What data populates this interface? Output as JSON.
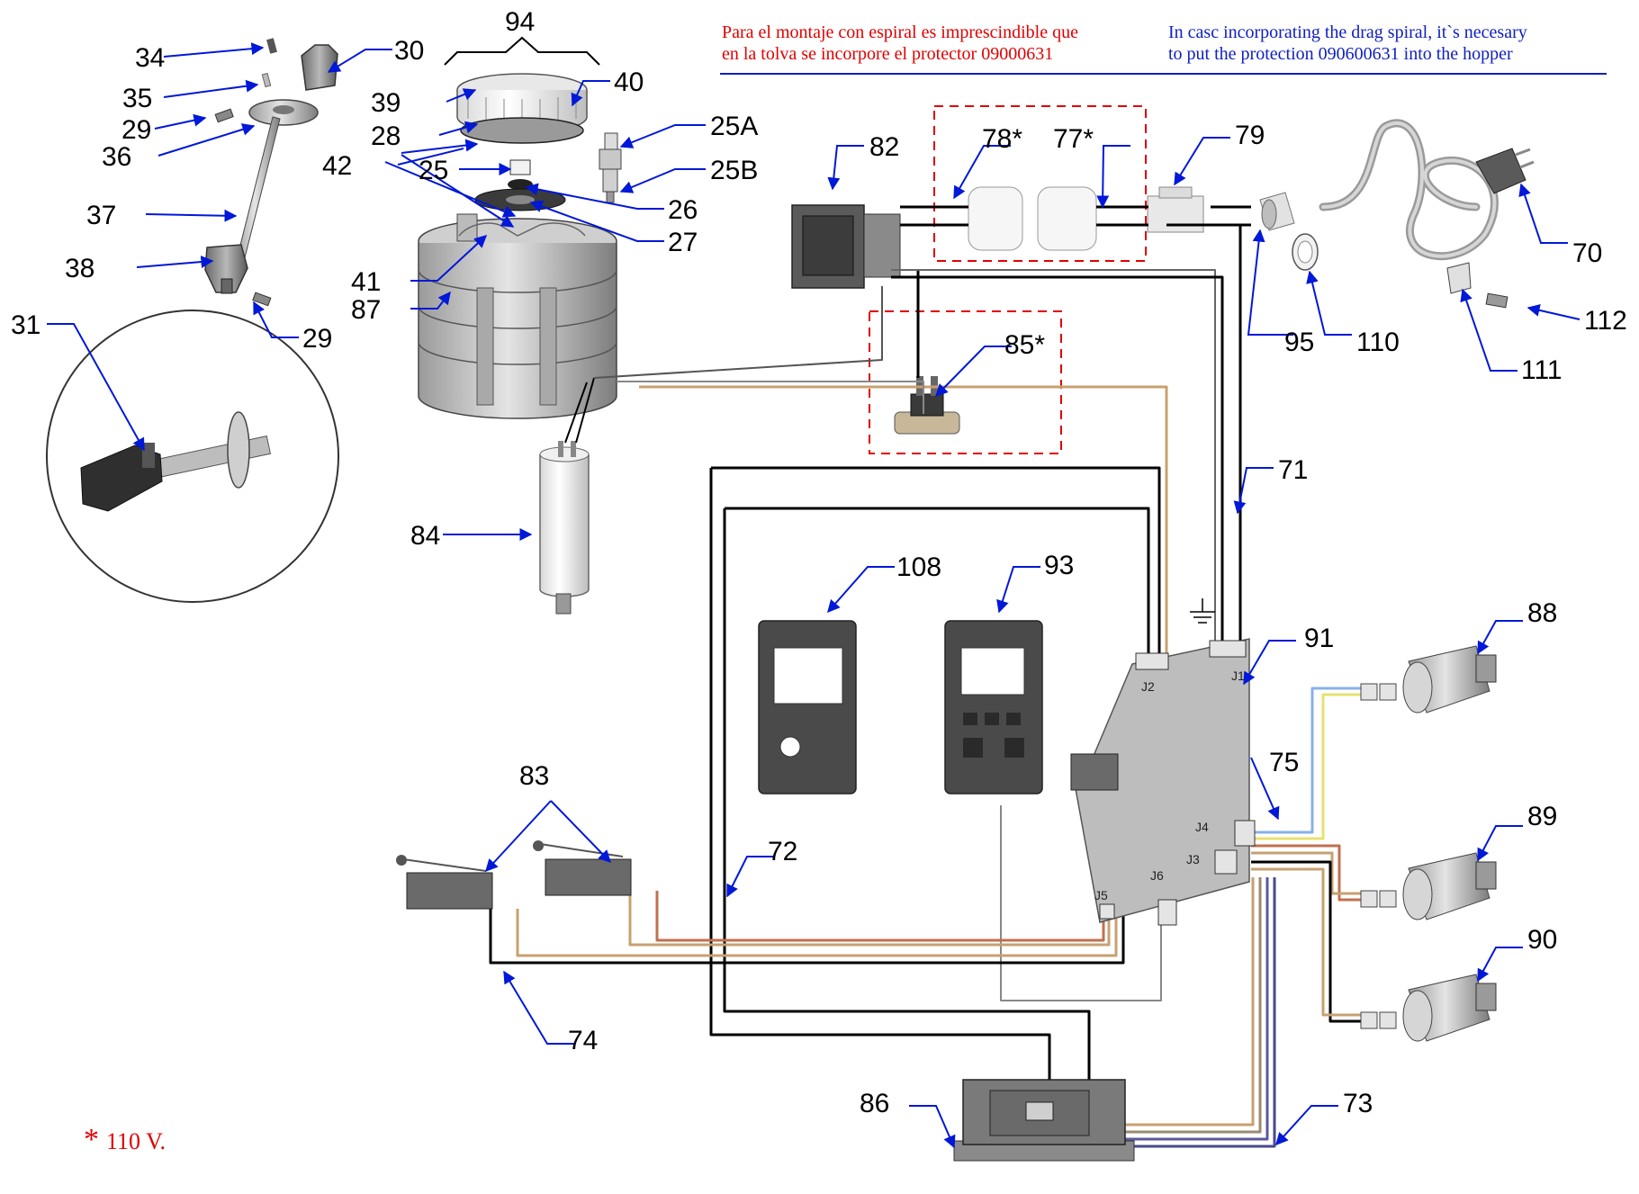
{
  "notes": {
    "spanish_line1": "Para el montaje con espiral es imprescindible que",
    "spanish_line2": "en la tolva se incorpore el protector 09000631",
    "english_line1": "In casc  incorporating the drag spiral, it`s necesary",
    "english_line2": "to put the protection 090600631 into the hopper"
  },
  "footnote": {
    "symbol": "*",
    "text": "110 V."
  },
  "connector_labels": {
    "j1": "J1",
    "j2": "J2",
    "j3": "J3",
    "j4": "J4",
    "j5": "J5",
    "j6": "J6"
  },
  "part_labels": {
    "p34": "34",
    "p30": "30",
    "p35": "35",
    "p29a": "29",
    "p36": "36",
    "p37": "37",
    "p38": "38",
    "p29b": "29",
    "p31": "31",
    "p94": "94",
    "p39": "39",
    "p40": "40",
    "p28": "28",
    "p42": "42",
    "p25A": "25A",
    "p25": "25",
    "p25B": "25B",
    "p26": "26",
    "p27": "27",
    "p41": "41",
    "p87": "87",
    "p84": "84",
    "p82": "82",
    "p78": "78*",
    "p77": "77*",
    "p79": "79",
    "p85": "85*",
    "p95": "95",
    "p110": "110",
    "p70": "70",
    "p112": "112",
    "p111": "111",
    "p71": "71",
    "p108": "108",
    "p93": "93",
    "p91": "91",
    "p88": "88",
    "p75": "75",
    "p89": "89",
    "p90": "90",
    "p83": "83",
    "p72": "72",
    "p74": "74",
    "p86": "86",
    "p73": "73"
  },
  "colors": {
    "leader": "#0018d8",
    "note_red": "#e00000",
    "note_blue": "#1020c0",
    "dashed_box": "#e00000"
  }
}
